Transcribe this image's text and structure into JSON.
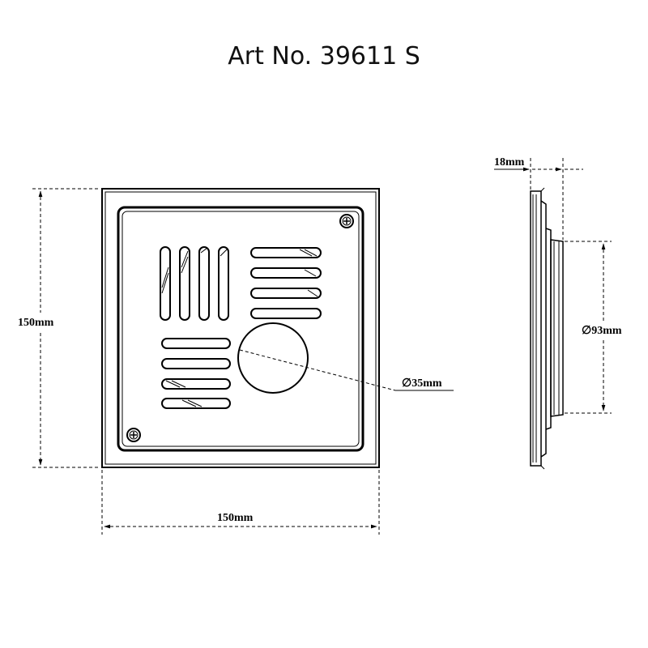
{
  "title": "Art No. 39611 S",
  "dimensions": {
    "height": "150mm",
    "width": "150mm",
    "hole_diameter": "∅35mm",
    "depth": "18mm",
    "spigot_diameter": "∅93mm"
  }
}
